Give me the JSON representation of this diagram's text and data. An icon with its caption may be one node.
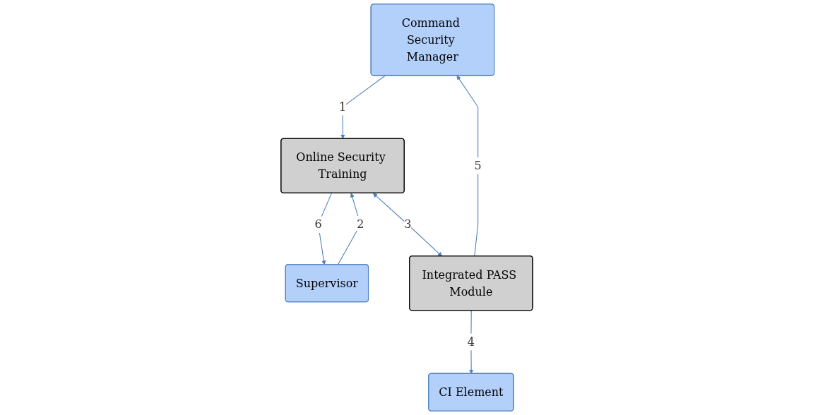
{
  "diagram": {
    "nodes": [
      {
        "text": [
          "Command Security Manager"
        ]
      },
      {
        "text": [
          "CI Element"
        ]
      },
      {
        "text": [
          "Supervisor"
        ]
      },
      {
        "text": [
          "Online Security Training"
        ]
      },
      {
        "text": [
          "Integrated PASS Module"
        ]
      }
    ],
    "edges": [
      {
        "from": 0,
        "to": 3,
        "arrow": "to",
        "label": "1"
      },
      {
        "from": 2,
        "to": 3,
        "arrow": "to",
        "label": "2"
      },
      {
        "from": 3,
        "to": 4,
        "arrow": "both",
        "label": "3"
      },
      {
        "from": 4,
        "to": 1,
        "arrow": "to",
        "label": "4"
      },
      {
        "from": 4,
        "to": 0,
        "arrow": "to",
        "label": "5"
      },
      {
        "from": 3,
        "to": 2,
        "arrow": "to",
        "label": "6"
      }
    ]
  }
}
